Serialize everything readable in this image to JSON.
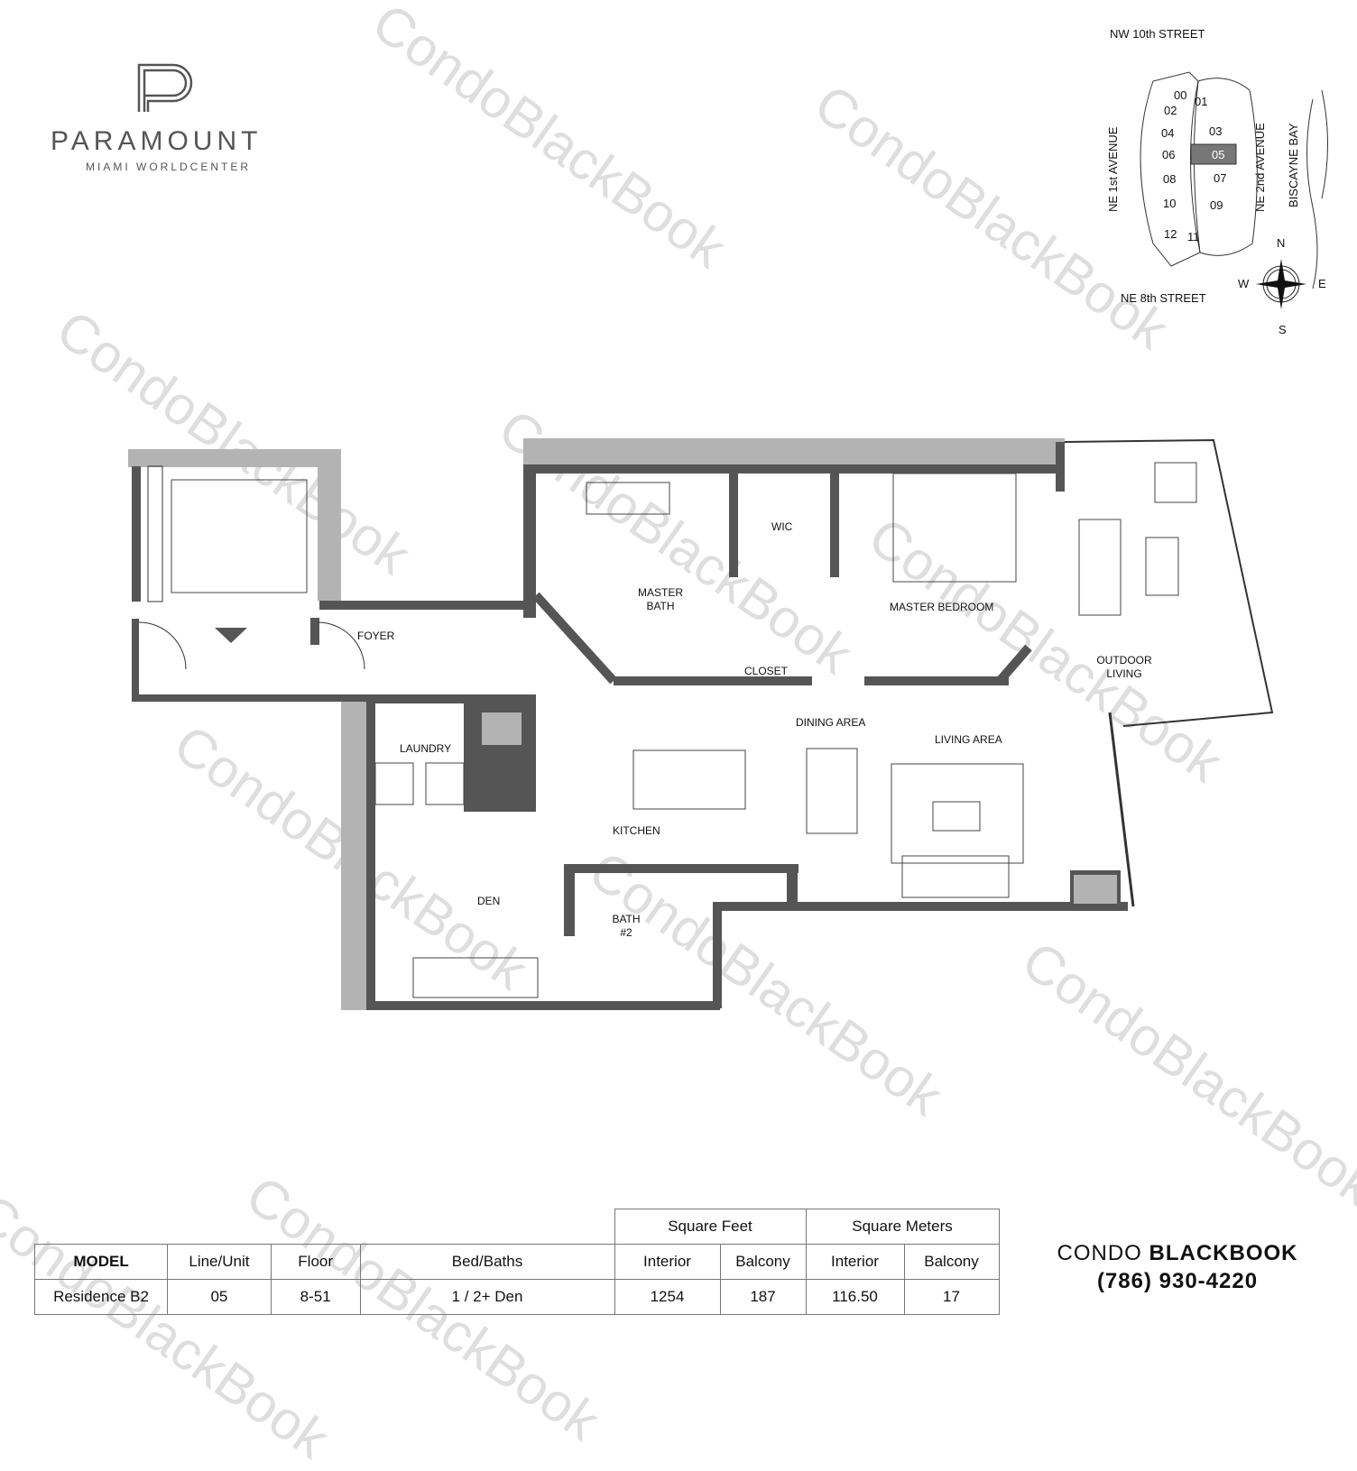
{
  "brand": {
    "logo_letter": "P",
    "name": "PARAMOUNT",
    "subtitle": "MIAMI WORLDCENTER"
  },
  "keyplan": {
    "streets": {
      "north": "NW 10th STREET",
      "south": "NE 8th STREET",
      "west": "NE 1st AVENUE",
      "east": "NE 2nd AVENUE",
      "bay": "BISCAYNE BAY"
    },
    "units": [
      "00",
      "01",
      "02",
      "03",
      "04",
      "05",
      "06",
      "07",
      "08",
      "09",
      "10",
      "11",
      "12"
    ],
    "highlighted_unit": "05",
    "highlight_color": "#777777",
    "compass": {
      "n": "N",
      "s": "S",
      "e": "E",
      "w": "W"
    }
  },
  "floorplan": {
    "wall_color": "#555555",
    "exterior_shade": "#b3b3b3",
    "rooms": {
      "foyer": "FOYER",
      "master_bath_1": "MASTER",
      "master_bath_2": "BATH",
      "wic": "WIC",
      "closet": "CLOSET",
      "master_bedroom": "MASTER BEDROOM",
      "outdoor_living_1": "OUTDOOR",
      "outdoor_living_2": "LIVING",
      "laundry": "LAUNDRY",
      "dining_area": "DINING AREA",
      "living_area": "LIVING AREA",
      "kitchen": "KITCHEN",
      "den": "DEN",
      "bath2_1": "BATH",
      "bath2_2": "#2"
    }
  },
  "spec_table": {
    "group_headers": {
      "sqft": "Square Feet",
      "sqm": "Square Meters"
    },
    "headers": [
      "MODEL",
      "Line/Unit",
      "Floor",
      "Bed/Baths",
      "Interior",
      "Balcony",
      "Interior",
      "Balcony"
    ],
    "row": [
      "Residence B2",
      "05",
      "8-51",
      "1 / 2+ Den",
      "1254",
      "187",
      "116.50",
      "17"
    ]
  },
  "contact": {
    "brand_light": "CONDO",
    "brand_bold": "BLACKBOOK",
    "phone": "(786) 930-4220"
  },
  "watermark": "CondoBlackBook"
}
